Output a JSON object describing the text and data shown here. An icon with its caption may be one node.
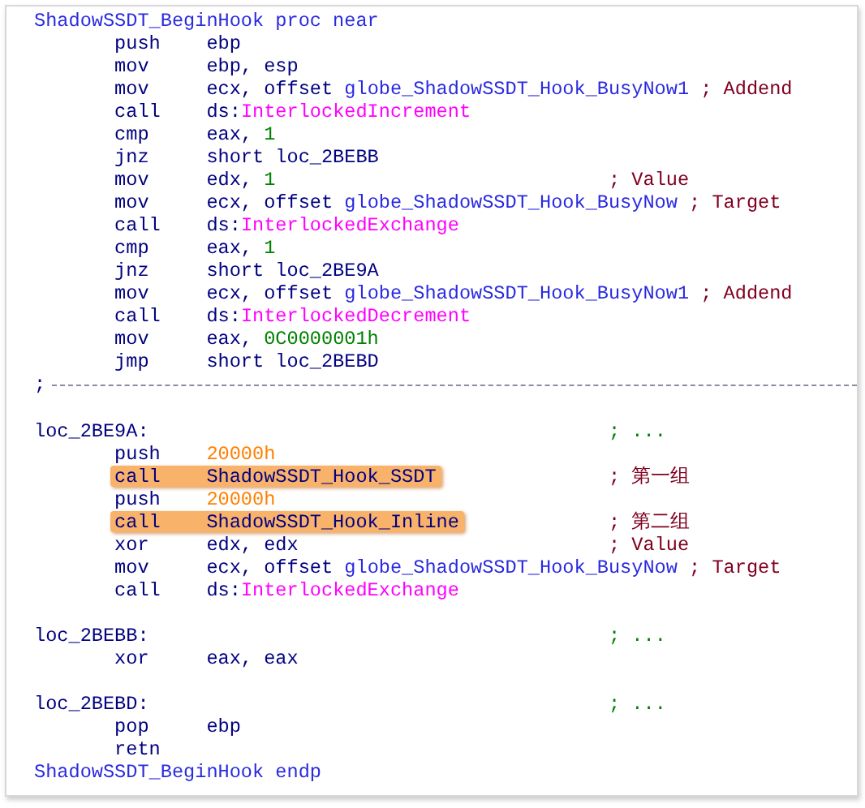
{
  "diagram": {
    "labels": [
      "ShadowSSDT_BeginHook proc near",
      "push",
      "ebp",
      "mov",
      "ebp, esp",
      "mov",
      "ecx, offset",
      "globe_ShadowSSDT_Hook_BusyNow1",
      "; Addend",
      "call",
      "ds:",
      "InterlockedIncrement",
      "cmp",
      "eax,",
      "1",
      "jnz",
      "short loc_2BEBB",
      "mov",
      "edx,",
      "1",
      "; Value",
      "mov",
      "ecx, offset",
      "globe_ShadowSSDT_Hook_BusyNow",
      "; Target",
      "call",
      "ds:",
      "InterlockedExchange",
      "cmp",
      "eax,",
      "1",
      "jnz",
      "short loc_2BE9A",
      "mov",
      "ecx, offset",
      "globe_ShadowSSDT_Hook_BusyNow1",
      "; Addend",
      "call",
      "ds:",
      "InterlockedDecrement",
      "mov",
      "eax,",
      "0C0000001h",
      "jmp",
      "short loc_2BEBD",
      ";",
      "loc_2BE9A:",
      "; ...",
      "push",
      "20000h",
      "call",
      "ShadowSSDT_Hook_SSDT",
      "; 第一组",
      "push",
      "20000h",
      "call",
      "ShadowSSDT_Hook_Inline",
      "; 第二组",
      "xor",
      "edx, edx",
      "; Value",
      "mov",
      "ecx, offset",
      "globe_ShadowSSDT_Hook_BusyNow",
      "; Target",
      "call",
      "ds:",
      "InterlockedExchange",
      "loc_2BEBB:",
      "; ...",
      "xor",
      "eax, eax",
      "loc_2BEBD:",
      "; ...",
      "pop",
      "ebp",
      "retn",
      "ShadowSSDT_BeginHook endp"
    ]
  }
}
